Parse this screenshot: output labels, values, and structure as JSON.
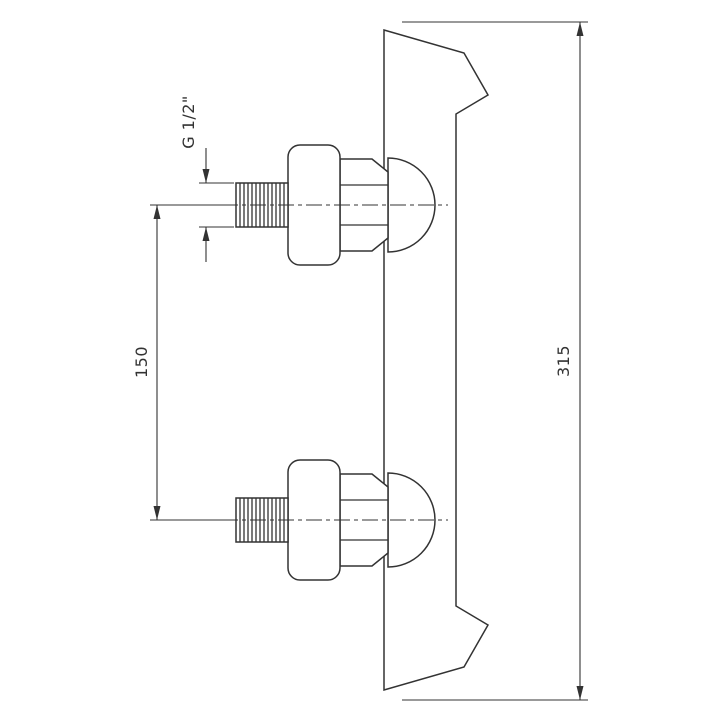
{
  "diagram": {
    "labels": {
      "thread_size": "G 1/2\"",
      "port_spacing": "150",
      "overall_height": "315"
    },
    "colors": {
      "line": "#333333",
      "background": "#ffffff"
    }
  }
}
